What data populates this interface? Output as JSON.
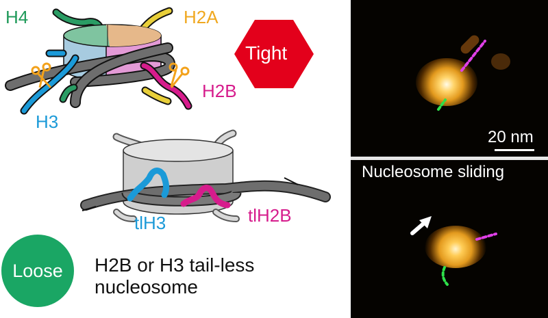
{
  "figure": {
    "top_diagram": {
      "labels": {
        "h4": "H4",
        "h2a": "H2A",
        "h3": "H3",
        "h2b": "H2B"
      },
      "badge": "Tight",
      "colors": {
        "h4": "#1f9a5a",
        "h2a": "#f0a820",
        "h3": "#1b9ad8",
        "h2b": "#d61c8c",
        "dna": "#6e6e6e",
        "scissors": "#f3a21b",
        "badge": "#e3001b"
      }
    },
    "bottom_diagram": {
      "labels": {
        "tlh3": "tlH3",
        "tlh2b": "tlH2B"
      },
      "badge": "Loose",
      "caption_line1": "H2B or H3 tail-less",
      "caption_line2": "nucleosome",
      "colors": {
        "tlh3": "#1b9ad8",
        "tlh2b": "#d61c8c",
        "badge": "#1aa664",
        "core": "#cfcfcf"
      }
    },
    "afm_panels": {
      "top": {
        "scale_bar_label": "20 nm"
      },
      "bottom": {
        "title": "Nucleosome sliding"
      }
    }
  }
}
